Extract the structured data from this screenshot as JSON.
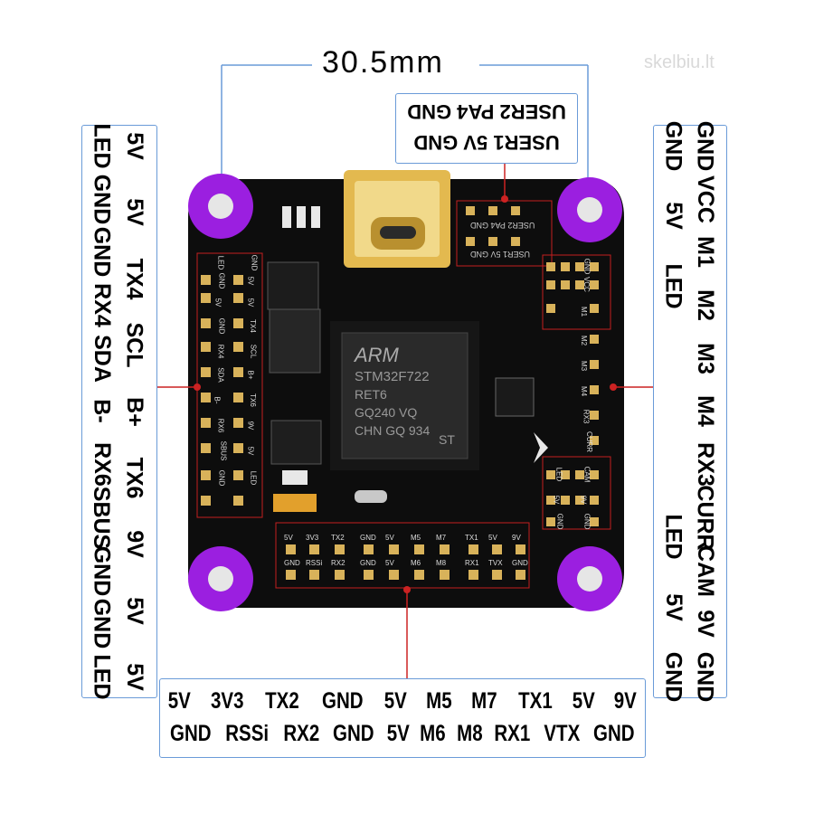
{
  "dimension_label": "30.5mm",
  "watermark": "skelbiu.lt",
  "chip": {
    "brand": "ARM",
    "model": "STM32F722",
    "line2": "RET6",
    "line3": "GQ240 VQ",
    "line4": "CHN GQ 934",
    "logo": "st-logo-icon"
  },
  "pcb_silk": {
    "usb_pad_rows": [
      "USER2 PA4 GND",
      "USER1 5V GND"
    ],
    "left_pads": [
      "LED",
      "GND",
      "5V",
      "GND",
      "RX4",
      "SDA",
      "B-",
      "RX6",
      "SBUS",
      "GND",
      "GND",
      "5V",
      "5V",
      "TX4",
      "SCL",
      "B+",
      "TX6",
      "9V",
      "5V",
      "LED"
    ],
    "right_pads": [
      "GND",
      "VCC",
      "M1",
      "M2",
      "M3",
      "M4",
      "RX3",
      "CURR",
      "CAM",
      "9V",
      "GND",
      "LED",
      "5V",
      "GND"
    ],
    "bottom_pads_top": [
      "5V",
      "3V3",
      "TX2",
      "GND",
      "5V",
      "M5",
      "M7",
      "TX1",
      "5V",
      "9V"
    ],
    "bottom_pads_bottom": [
      "GND",
      "RSSi",
      "RX2",
      "GND",
      "5V",
      "M6",
      "M8",
      "RX1",
      "TVX",
      "GND"
    ]
  },
  "callouts": {
    "top_box": {
      "line1": "USER2 PA4 GND",
      "line2": "USER1 5V GND"
    },
    "left_box": {
      "col_inner": [
        "5V",
        "5V",
        "TX4",
        "SCL",
        "B+",
        "TX6",
        "9V",
        "5V",
        "5V"
      ],
      "col_outer": [
        "LED",
        "GND",
        "GND",
        "RX4",
        "SDA",
        "B-",
        "RX6",
        "SBUS",
        "GND",
        "GND",
        "LED"
      ]
    },
    "right_box": {
      "col_inner": [
        "GND",
        "VCC",
        "M1",
        "M2",
        "M3",
        "M4",
        "RX3",
        "CURR",
        "CAM",
        "9V",
        "GND"
      ],
      "col_outer": [
        "GND",
        "5V",
        "LED",
        "LED",
        "5V",
        "GND"
      ]
    },
    "bottom_box": {
      "row_top": [
        "5V",
        "3V3",
        "TX2",
        "GND",
        "5V",
        "M5",
        "M7",
        "TX1",
        "5V",
        "9V"
      ],
      "row_bottom": [
        "GND",
        "RSSi",
        "RX2",
        "GND",
        "5V",
        "M6",
        "M8",
        "RX1",
        "VTX",
        "GND"
      ]
    }
  },
  "colors": {
    "board": "#0d0d0d",
    "pad": "#d8b25a",
    "mount": "#9b1fe0",
    "usb": "#e3b94f",
    "callout_line": "#6a9bd8",
    "pointer_line": "#cc2222"
  }
}
